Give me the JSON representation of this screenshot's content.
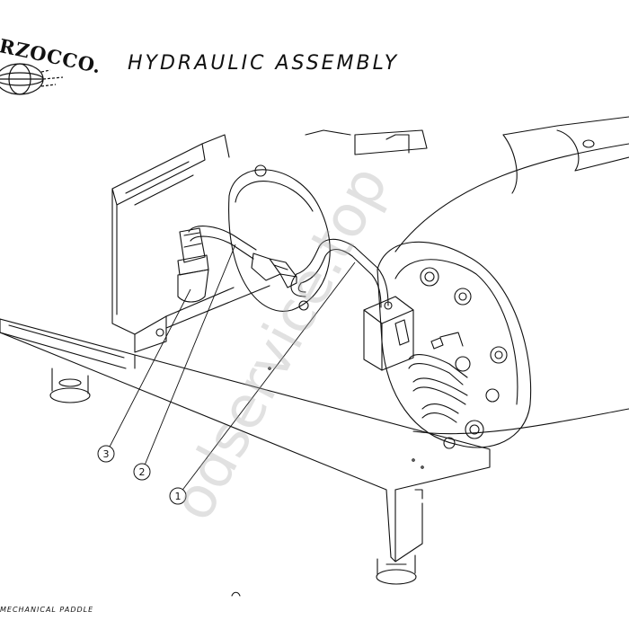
{
  "header": {
    "title": "HYDRAULIC ASSEMBLY",
    "brand_text": "RZOCCO."
  },
  "footer": {
    "caption": "MECHANICAL PADDLE"
  },
  "watermark": {
    "text": "odservice.top"
  },
  "callouts": [
    {
      "label": "3"
    },
    {
      "label": "2"
    },
    {
      "label": "1"
    }
  ],
  "colors": {
    "line": "#111111",
    "watermark": "#aaaaaa"
  }
}
